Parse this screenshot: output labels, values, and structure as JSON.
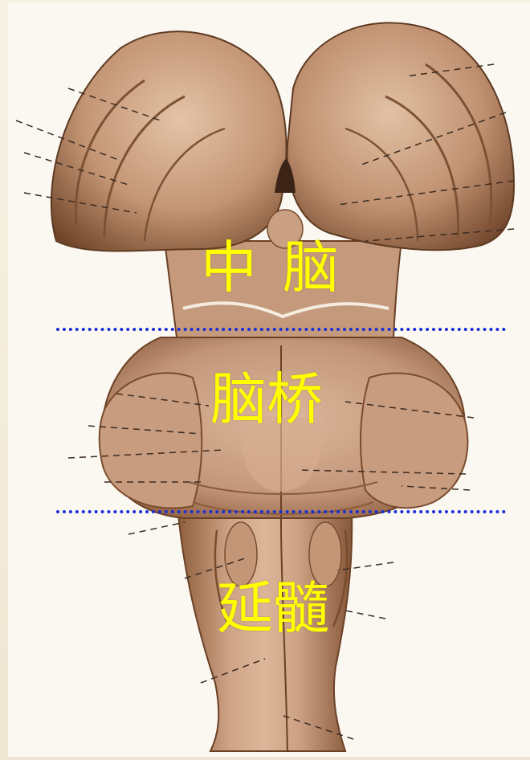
{
  "figure": {
    "description_icon": "brainstem-anatomy-illustration",
    "colors": {
      "background": "#f4efe1",
      "tissue_light": "#d9b79a",
      "tissue_mid": "#b78461",
      "tissue_dark": "#6b4126",
      "label_color": "#ffff00",
      "divider_color": "#1a2ed6"
    }
  },
  "labels": {
    "midbrain": "中脑",
    "pons": "脑桥",
    "medulla": "延髓"
  }
}
